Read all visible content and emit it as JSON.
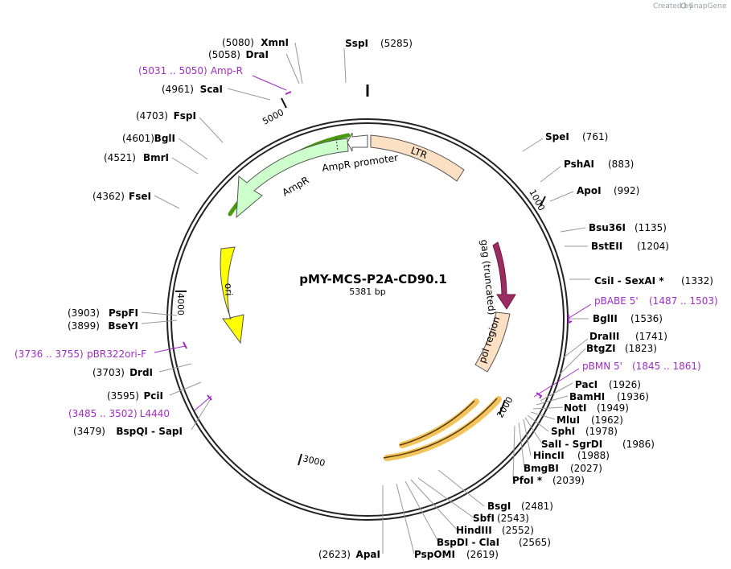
{
  "credit": {
    "created_by": "Created by",
    "brand": "SnapGene"
  },
  "plasmid": {
    "name": "pMY-MCS-P2A-CD90.1",
    "length_label": "5381 bp"
  },
  "ticks": [
    "1000",
    "2000",
    "3000",
    "4000",
    "5000"
  ],
  "features": {
    "ltr": "LTR",
    "amp_promoter": "AmpR promoter",
    "ampr": "AmpR",
    "ori": "ori",
    "gag": "gag (truncated)",
    "pol": "pol region"
  },
  "sites": [
    {
      "name": "SspI",
      "pos": "(5285)"
    },
    {
      "name": "SpeI",
      "pos": "(761)"
    },
    {
      "name": "PshAI",
      "pos": "(883)"
    },
    {
      "name": "ApoI",
      "pos": "(992)"
    },
    {
      "name": "Bsu36I",
      "pos": "(1135)"
    },
    {
      "name": "BstEII",
      "pos": "(1204)"
    },
    {
      "name": "CsiI  -  SexAI *",
      "pos": "(1332)"
    },
    {
      "name": "BglII",
      "pos": "(1536)"
    },
    {
      "name": "DraIII",
      "pos": "(1741)"
    },
    {
      "name": "BtgZI",
      "pos": "(1823)"
    },
    {
      "name": "PacI",
      "pos": "(1926)"
    },
    {
      "name": "BamHI",
      "pos": "(1936)"
    },
    {
      "name": "NotI",
      "pos": "(1949)"
    },
    {
      "name": "MluI",
      "pos": "(1962)"
    },
    {
      "name": "SphI",
      "pos": "(1978)"
    },
    {
      "name": "SalI  -  SgrDI",
      "pos": "(1986)"
    },
    {
      "name": "HincII",
      "pos": "(1988)"
    },
    {
      "name": "BmgBI",
      "pos": "(2027)"
    },
    {
      "name": "PfoI *",
      "pos": "(2039)"
    },
    {
      "name": "BsgI",
      "pos": "(2481)"
    },
    {
      "name": "SbfI",
      "pos": "(2543)"
    },
    {
      "name": "HindIII",
      "pos": "(2552)"
    },
    {
      "name": "BspDI  -  ClaI",
      "pos": "(2565)"
    },
    {
      "name": "PspOMI",
      "pos": "(2619)"
    },
    {
      "name": "ApaI",
      "pos": "(2623)"
    },
    {
      "name": "BspQI  -  SapI",
      "pos": "(3479)"
    },
    {
      "name": "PciI",
      "pos": "(3595)"
    },
    {
      "name": "DrdI",
      "pos": "(3703)"
    },
    {
      "name": "BseYI",
      "pos": "(3899)"
    },
    {
      "name": "PspFI",
      "pos": "(3903)"
    },
    {
      "name": "FseI",
      "pos": "(4362)"
    },
    {
      "name": "BmrI",
      "pos": "(4521)"
    },
    {
      "name": "BglI",
      "pos": "(4601)"
    },
    {
      "name": "FspI",
      "pos": "(4703)"
    },
    {
      "name": "ScaI",
      "pos": "(4961)"
    },
    {
      "name": "DraI",
      "pos": "(5058)"
    },
    {
      "name": "XmnI",
      "pos": "(5080)"
    }
  ],
  "primers": [
    {
      "name": "pBABE 5'",
      "range": "(1487 .. 1503)"
    },
    {
      "name": "pBMN 5'",
      "range": "(1845 .. 1861)"
    },
    {
      "name": "pBR322ori-F",
      "range": "(3736 .. 3755)"
    },
    {
      "name": "L4440",
      "range": "(3485 .. 3502)"
    },
    {
      "name": "Amp-R",
      "range": "(5031 .. 5050)"
    }
  ],
  "colors": {
    "backbone": "#222222",
    "ltr": "#fbe0c4",
    "promoter": "#ffffff",
    "ampr": "#ccffcc",
    "ampr_highlight": "#4a9a10",
    "ori": "#ffff00",
    "gag": "#9b2c62",
    "pol": "#fbe0c4",
    "mcs_highlight": "#f2c35a",
    "primer": "#a12cc5"
  }
}
